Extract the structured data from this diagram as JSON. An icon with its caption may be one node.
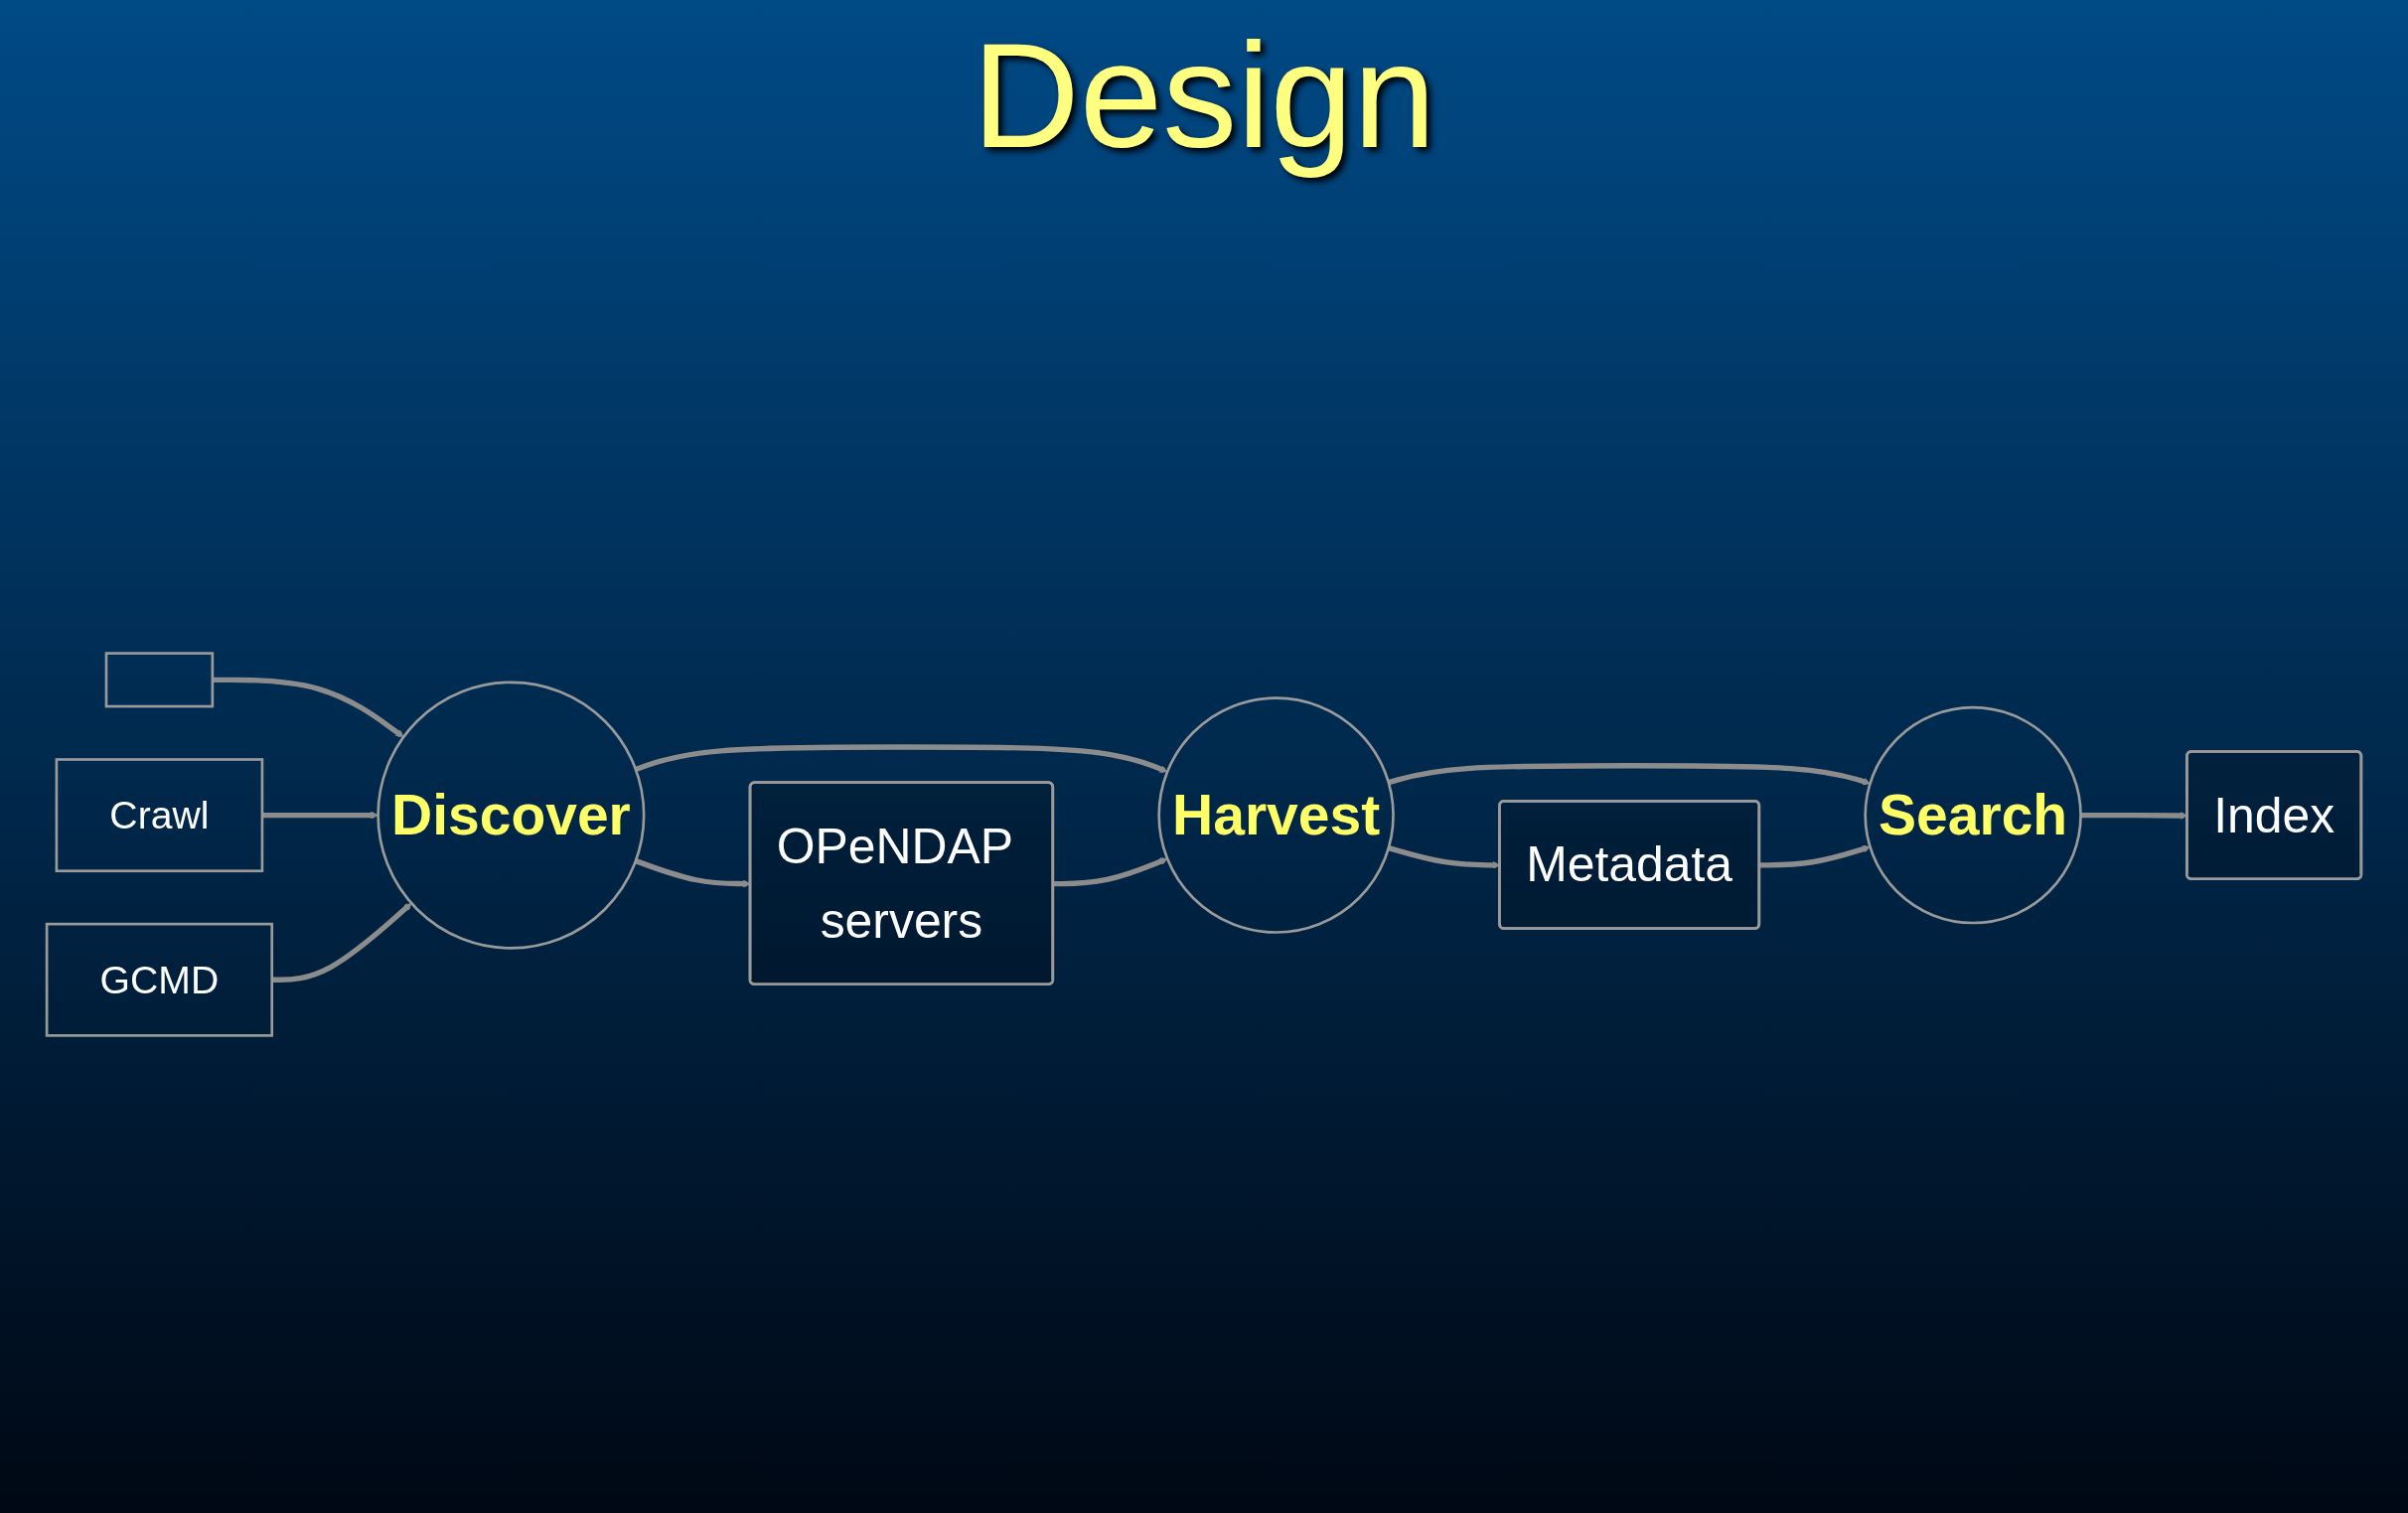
{
  "diagram": {
    "title": "Design",
    "nodes": [
      {
        "text": [
          "Crawl"
        ]
      },
      {
        "text": [],
        "shape": "box"
      },
      {
        "text": [
          "GCMD"
        ]
      },
      {
        "text": [
          "Discover"
        ]
      },
      {
        "text": [
          "Harvest"
        ]
      },
      {
        "text": [
          "Search"
        ]
      },
      {
        "text": [
          "OPeNDAP servers"
        ]
      },
      {
        "text": [
          "Metadata"
        ]
      },
      {
        "text": [
          "Index"
        ]
      }
    ],
    "edges": [
      {
        "from": 1,
        "to": 3,
        "arrow": "to"
      },
      {
        "from": 0,
        "to": 3,
        "arrow": "to"
      },
      {
        "from": 2,
        "to": 3,
        "arrow": "to"
      },
      {
        "from": 3,
        "to": 4,
        "arrow": "to"
      },
      {
        "from": 4,
        "to": 5,
        "arrow": "to"
      },
      {
        "from": 3,
        "to": 6,
        "arrow": "to"
      },
      {
        "from": 6,
        "to": 4,
        "arrow": "to"
      },
      {
        "from": 4,
        "to": 7,
        "arrow": "to"
      },
      {
        "from": 7,
        "to": 5,
        "arrow": "to"
      },
      {
        "from": 5,
        "to": 8,
        "arrow": "to"
      }
    ]
  }
}
